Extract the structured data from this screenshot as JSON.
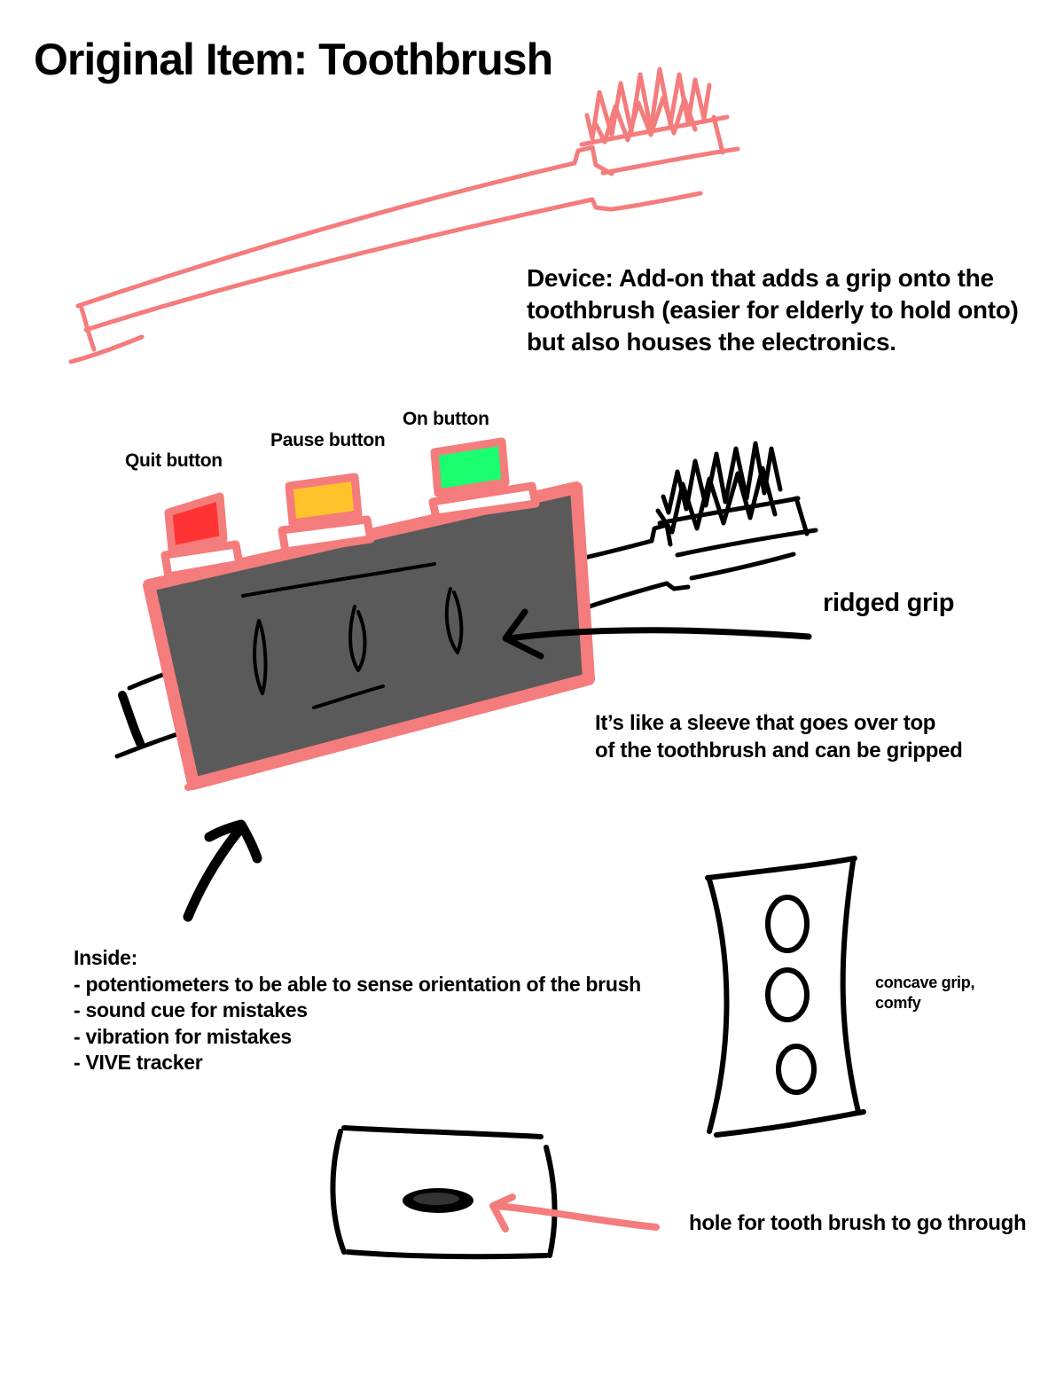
{
  "title": "Original Item: Toothbrush",
  "device_description": [
    "Device: Add-on that adds a grip onto the",
    "toothbrush (easier for elderly to hold onto)",
    "but also houses the electronics."
  ],
  "buttons": {
    "quit": {
      "label": "Quit button",
      "color": "#ff3333"
    },
    "pause": {
      "label": "Pause button",
      "color": "#ffc22a"
    },
    "on": {
      "label": "On button",
      "color": "#19ff70"
    }
  },
  "ridged_grip_label": "ridged grip",
  "sleeve_note": [
    "It’s like a sleeve that goes over top",
    "of the toothbrush and can be gripped"
  ],
  "inside": {
    "heading": "Inside:",
    "items": [
      "- potentiometers to be able to sense orientation of the brush",
      "- sound cue for mistakes",
      "- vibration for mistakes",
      "- VIVE tracker"
    ]
  },
  "concave_grip_label": [
    "concave grip,",
    "comfy"
  ],
  "hole_label": "hole for tooth brush to go through",
  "colors": {
    "sketch_pink": "#f57c7c",
    "sleeve_fill": "#5a5a5a",
    "ink": "#000000"
  }
}
